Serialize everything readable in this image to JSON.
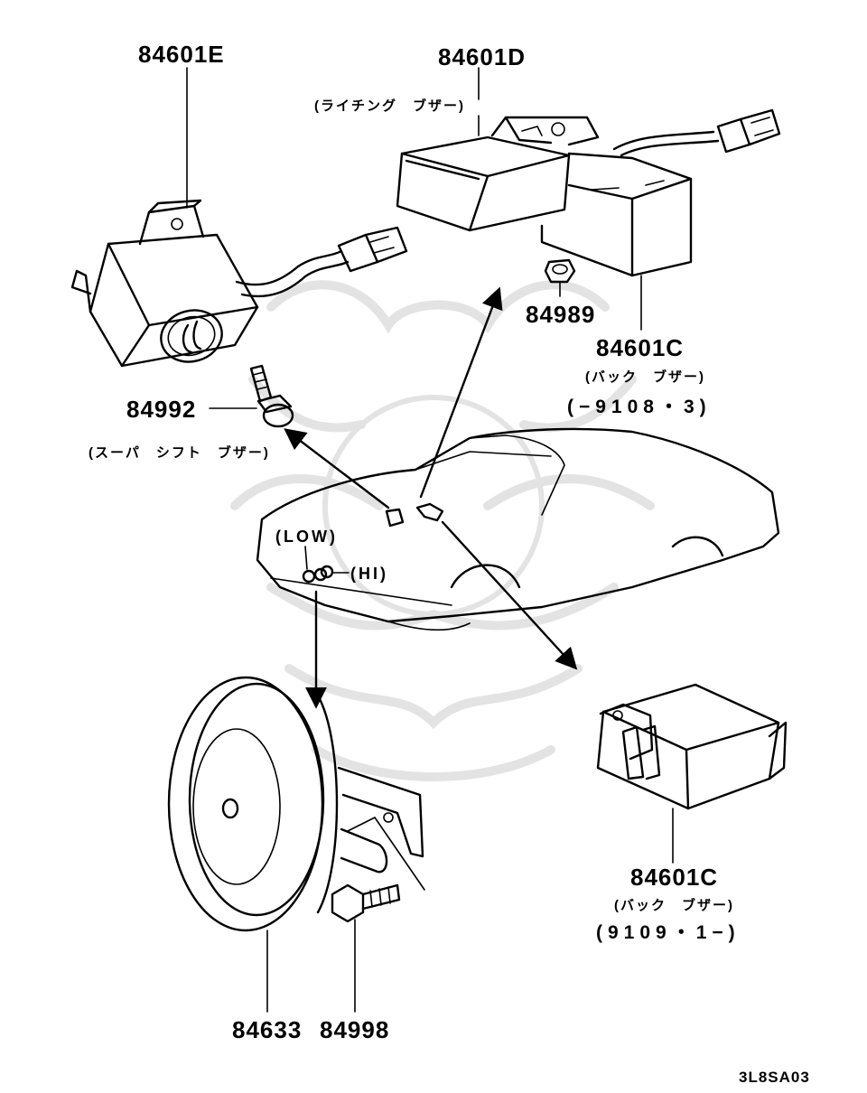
{
  "parts": {
    "p84601E": {
      "number": "84601E"
    },
    "p84601D": {
      "number": "84601D",
      "note": "(ライチング　ブザー)"
    },
    "p84989": {
      "number": "84989"
    },
    "p84601C_a": {
      "number": "84601C",
      "note": "(バック　ブザー)",
      "range": "(−9108・3)"
    },
    "p84992": {
      "number": "84992",
      "note": "(スーパ　シフト　ブザー)"
    },
    "p84601C_b": {
      "number": "84601C",
      "note": "(バック　ブザー)",
      "range": "(9109・1−)"
    },
    "p84633": {
      "number": "84633"
    },
    "p84998": {
      "number": "84998"
    }
  },
  "horn_switch": {
    "low": "(LOW)",
    "hi": "(HI)"
  },
  "diagram_code": "3L8SA03",
  "watermark_icon": "samurai-mask-logo"
}
